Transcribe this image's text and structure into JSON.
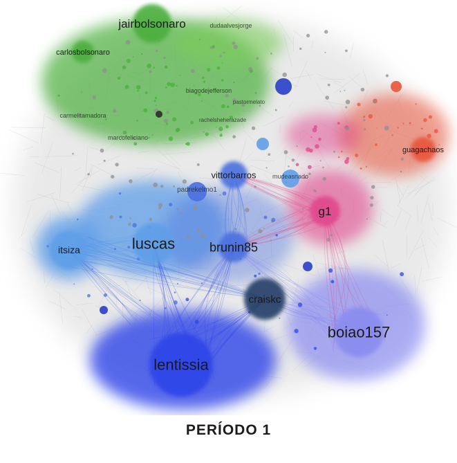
{
  "figure": {
    "caption": "PERÍODO 1"
  },
  "colors": {
    "green": "#4caf3c",
    "light_green": "#7ccc5c",
    "red": "#e8553a",
    "pink": "#e0478c",
    "light_blue": "#5f9ee8",
    "medium_blue": "#4a6fe0",
    "deep_blue": "#2f45e8",
    "periwinkle": "#8a8cf0",
    "dark_navy": "#233d66",
    "gray": "#bdbdbd"
  },
  "nodes": {
    "major": [
      {
        "id": "jairbolsonaro",
        "label": "jairbolsonaro",
        "color": "green"
      },
      {
        "id": "carlosbolsonaro",
        "label": "carlosbolsonaro",
        "color": "green"
      },
      {
        "id": "luscas",
        "label": "luscas",
        "color": "light_blue"
      },
      {
        "id": "brunin85",
        "label": "brunin85",
        "color": "medium_blue"
      },
      {
        "id": "itsiza",
        "label": "itsiza",
        "color": "light_blue"
      },
      {
        "id": "g1",
        "label": "g1",
        "color": "pink"
      },
      {
        "id": "craiskc",
        "label": "craiskc",
        "color": "dark_navy"
      },
      {
        "id": "boiao157",
        "label": "boiao157",
        "color": "periwinkle"
      },
      {
        "id": "lentissia",
        "label": "lentissia",
        "color": "deep_blue"
      },
      {
        "id": "vittorbarros",
        "label": "vittorbarros",
        "color": "medium_blue"
      },
      {
        "id": "guagachaos",
        "label": "guagachaos",
        "color": "red"
      }
    ],
    "minor": [
      {
        "id": "dudaalvesjorge",
        "label": "dudaalvesjorge",
        "color": "green"
      },
      {
        "id": "biagodejefferson",
        "label": "biagodejefferson",
        "color": "green"
      },
      {
        "id": "carmelitamadora",
        "label": "carmelitamadora",
        "color": "green"
      },
      {
        "id": "marcofeliciano",
        "label": "marcofeliciano",
        "color": "green"
      },
      {
        "id": "rachelsheherazade",
        "label": "rachelsheherazade",
        "color": "green"
      },
      {
        "id": "pastormelato",
        "label": "pastormelato",
        "color": "green"
      },
      {
        "id": "padrekelmo1",
        "label": "padrekelmo1",
        "color": "medium_blue"
      },
      {
        "id": "mudeasnado",
        "label": "mudeasnado",
        "color": "light_blue"
      }
    ]
  }
}
